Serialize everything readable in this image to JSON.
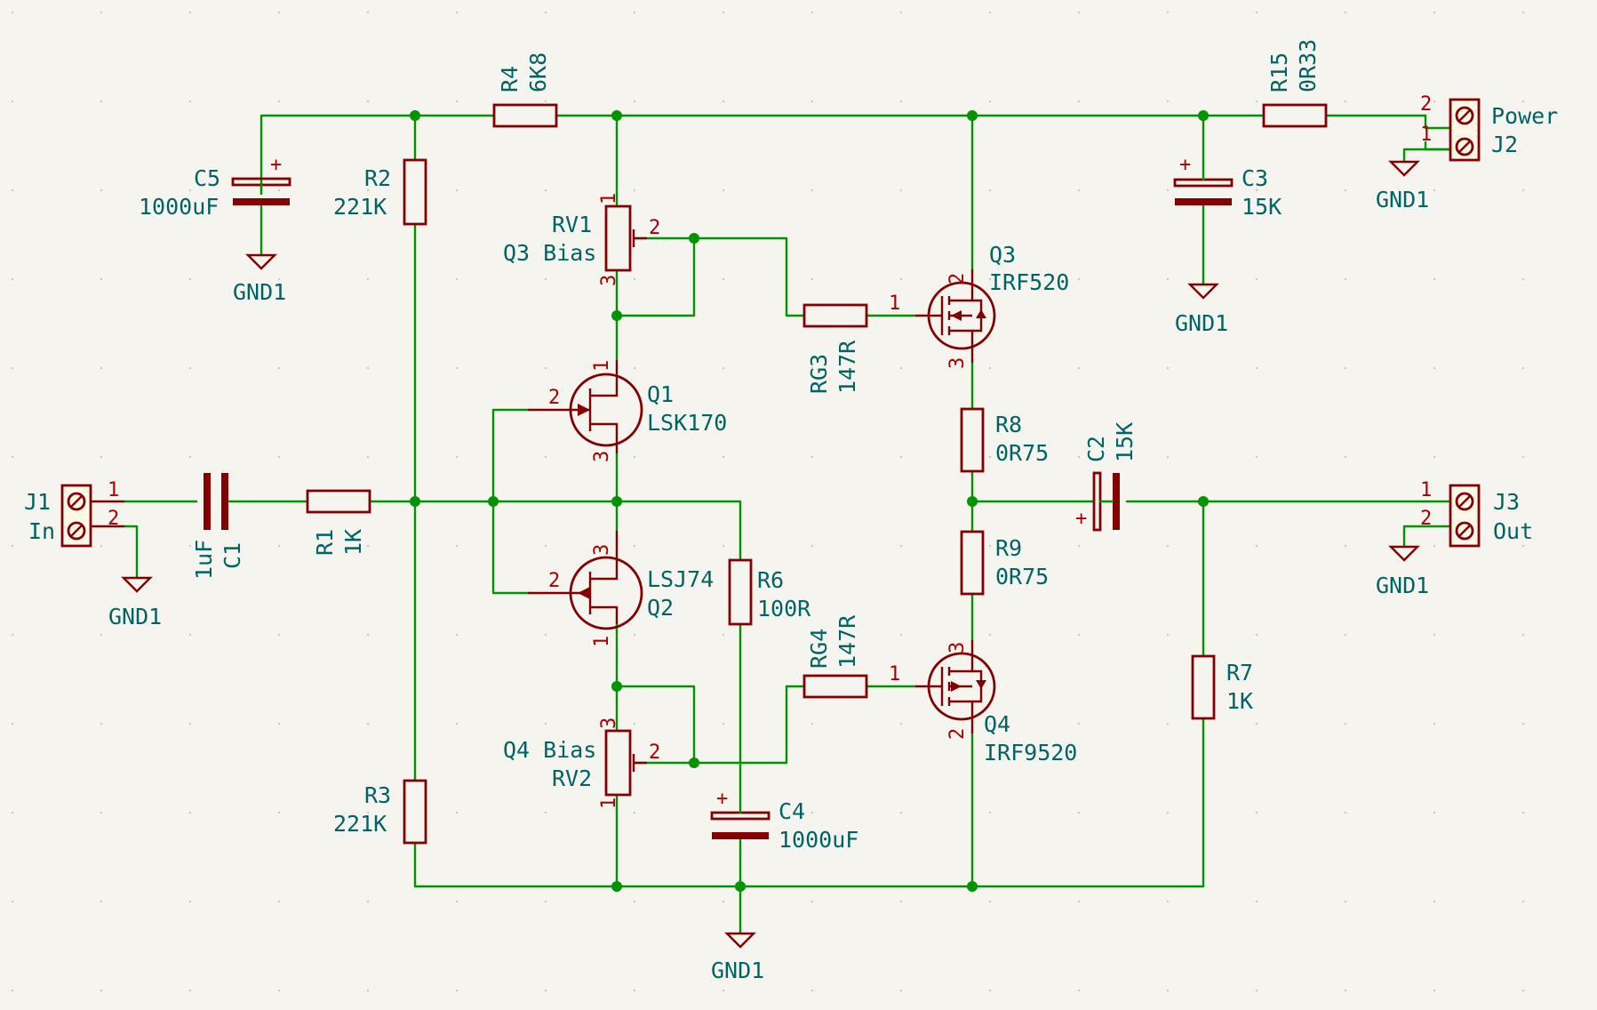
{
  "components": {
    "C5": {
      "ref": "C5",
      "value": "1000uF"
    },
    "R2": {
      "ref": "R2",
      "value": "221K"
    },
    "R4": {
      "ref": "R4",
      "value": "6K8"
    },
    "RV1": {
      "ref": "RV1",
      "value": "Q3 Bias"
    },
    "Q3": {
      "ref": "Q3",
      "value": "IRF520"
    },
    "C3": {
      "ref": "C3",
      "value": "15K"
    },
    "R15": {
      "ref": "R15",
      "value": "0R33"
    },
    "J2": {
      "ref": "J2",
      "value": "Power"
    },
    "RG3": {
      "ref": "RG3",
      "value": "147R"
    },
    "Q1": {
      "ref": "Q1",
      "value": "LSK170"
    },
    "R8": {
      "ref": "R8",
      "value": "0R75"
    },
    "J1": {
      "ref": "J1",
      "value": "In"
    },
    "C1": {
      "ref": "C1",
      "value": "1uF"
    },
    "R1": {
      "ref": "R1",
      "value": "1K"
    },
    "C2": {
      "ref": "C2",
      "value": "15K"
    },
    "J3": {
      "ref": "J3",
      "value": "Out"
    },
    "Q2": {
      "ref": "Q2",
      "value": "LSJ74"
    },
    "R6": {
      "ref": "R6",
      "value": "100R"
    },
    "R9": {
      "ref": "R9",
      "value": "0R75"
    },
    "RG4": {
      "ref": "RG4",
      "value": "147R"
    },
    "Q4": {
      "ref": "Q4",
      "value": "IRF9520"
    },
    "RV2": {
      "ref": "RV2",
      "value": "Q4 Bias"
    },
    "R7": {
      "ref": "R7",
      "value": "1K"
    },
    "C4": {
      "ref": "C4",
      "value": "1000uF"
    },
    "R3": {
      "ref": "R3",
      "value": "221K"
    }
  },
  "ground_label": "GND1",
  "pins": {
    "one": "1",
    "two": "2",
    "three": "3",
    "plus": "+"
  },
  "colors": {
    "wire": "#009400",
    "symbol": "#840000",
    "text": "#006464",
    "pin_number": "#a90000",
    "background": "#f5f4ef"
  }
}
